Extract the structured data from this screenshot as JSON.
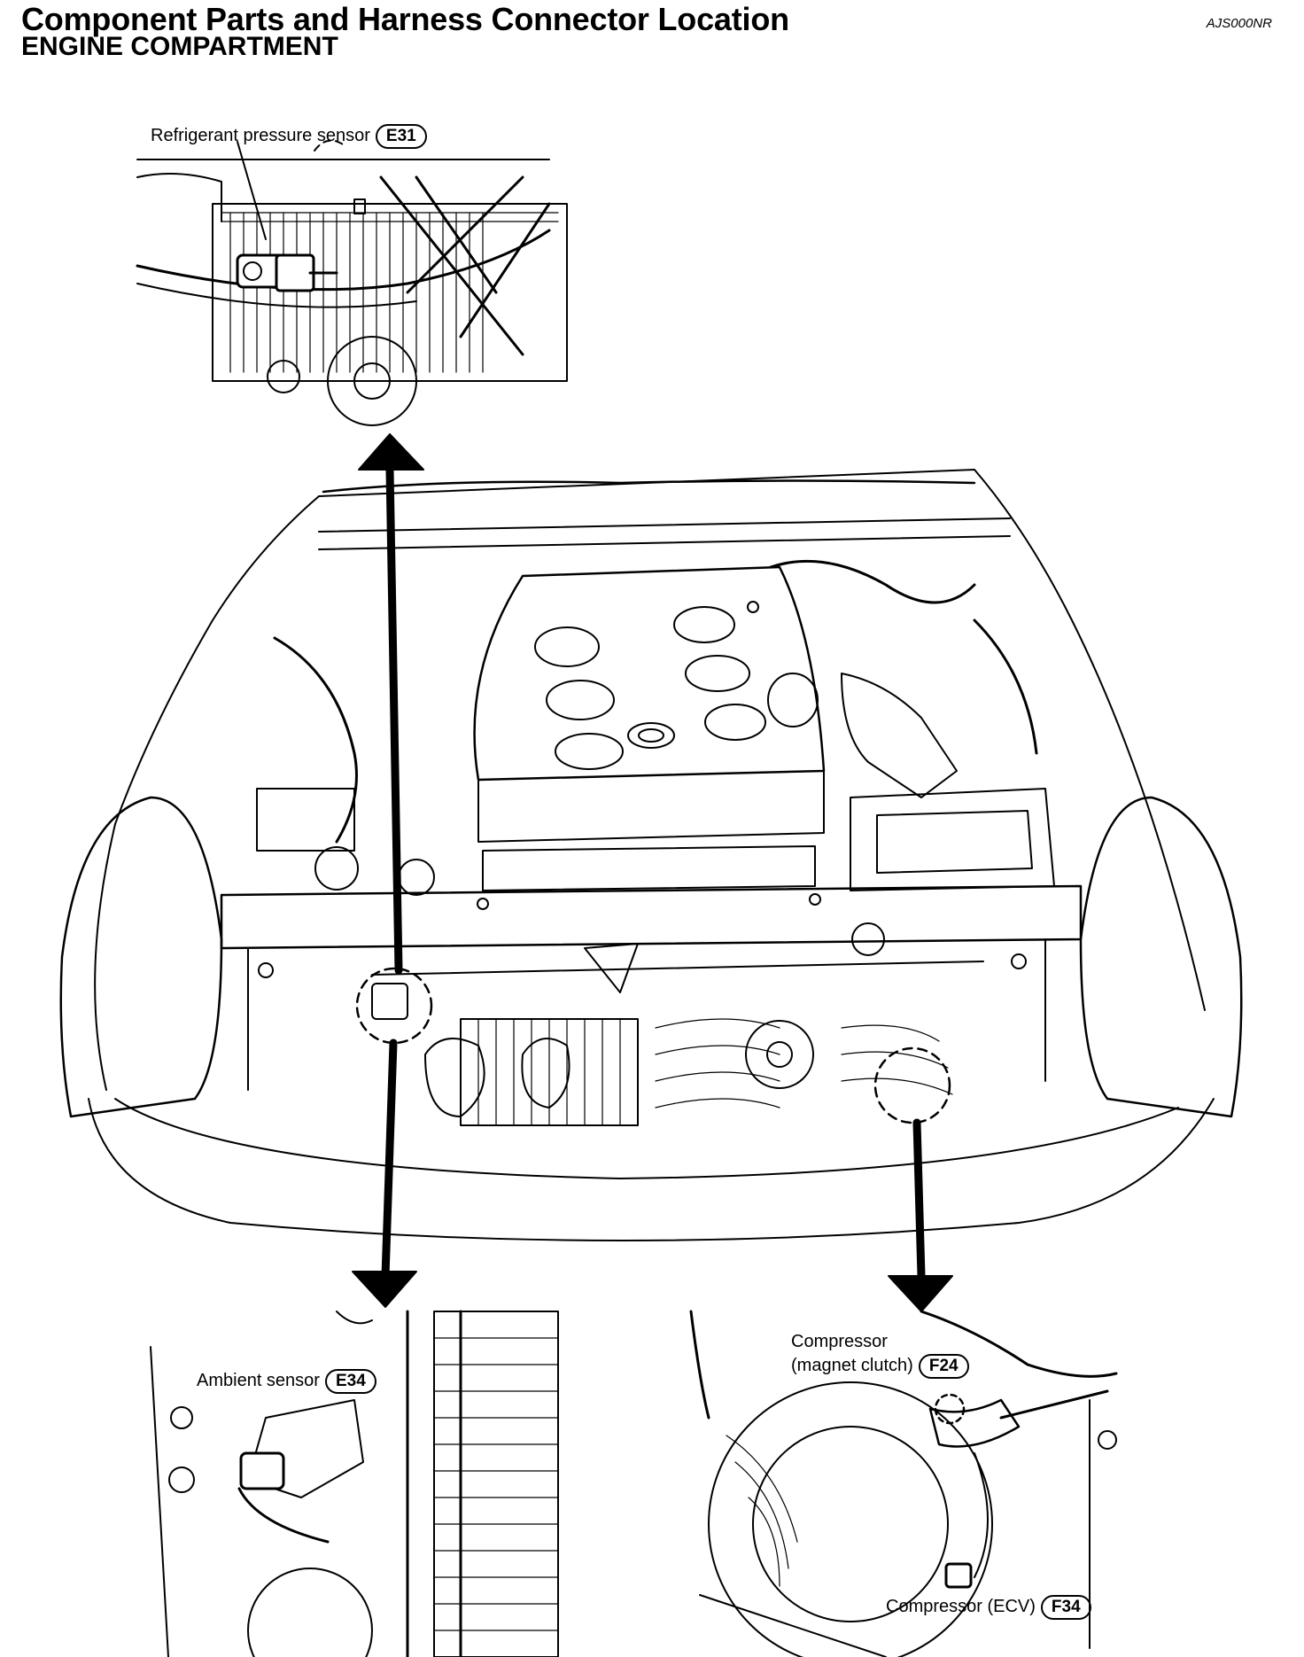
{
  "header": {
    "title": "Component Parts and Harness Connector Location",
    "subtitle": "ENGINE COMPARTMENT",
    "doc_id": "AJS000NR"
  },
  "callouts": {
    "refrigerant": {
      "label": "Refrigerant pressure sensor",
      "code": "E31"
    },
    "ambient": {
      "label": "Ambient sensor",
      "code": "E34"
    },
    "compressor_clutch": {
      "label_line1": "Compressor",
      "label_line2": "(magnet clutch)",
      "code": "F24"
    },
    "compressor_ecv": {
      "label": "Compressor (ECV)",
      "code": "F34"
    }
  }
}
